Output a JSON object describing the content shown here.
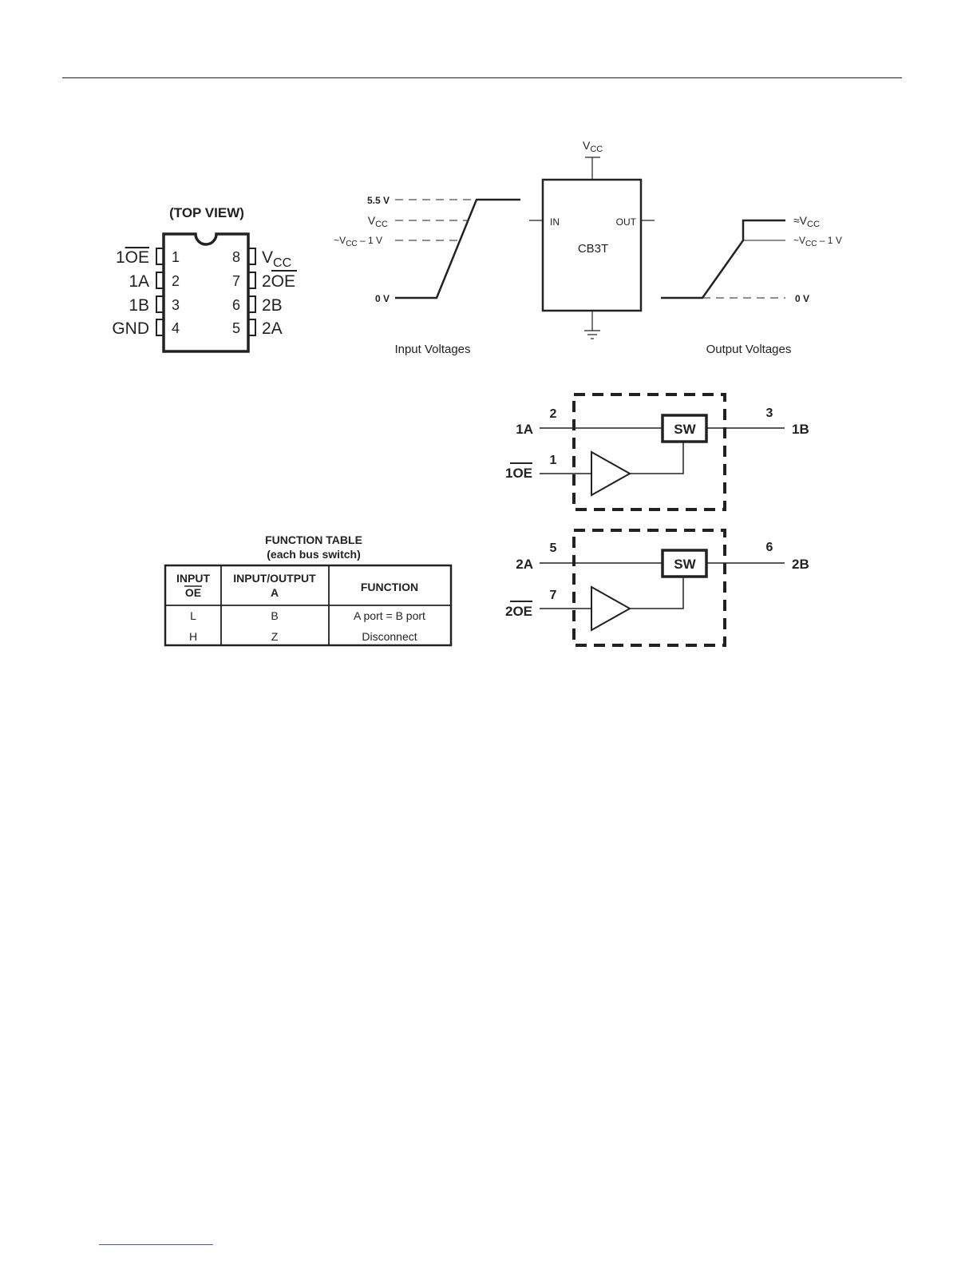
{
  "pinout": {
    "title": "(TOP VIEW)",
    "pins_left": [
      {
        "num": "1",
        "name_prefix": "1",
        "name_bar": "OE",
        "name": ""
      },
      {
        "num": "2",
        "name_prefix": "",
        "name_bar": "",
        "name": "1A"
      },
      {
        "num": "3",
        "name_prefix": "",
        "name_bar": "",
        "name": "1B"
      },
      {
        "num": "4",
        "name_prefix": "",
        "name_bar": "",
        "name": "GND"
      }
    ],
    "pins_right": [
      {
        "num": "8",
        "name_main": "V",
        "name_sub": "CC"
      },
      {
        "num": "7",
        "name_main": "2OE",
        "name_sub": ""
      },
      {
        "num": "6",
        "name_main": "2B",
        "name_sub": ""
      },
      {
        "num": "5",
        "name_main": "2A",
        "name_sub": ""
      }
    ]
  },
  "voltage_diagram": {
    "vcc_label": "V",
    "vcc_sub": "CC",
    "chip_label": "CB3T",
    "in_label": "IN",
    "out_label": "OUT",
    "input_levels": {
      "v55": "5.5 V",
      "vcc": "V",
      "vcc_sub": "CC",
      "vcc1_pre": "~V",
      "vcc1_sub": "CC",
      "vcc1_post": " – 1 V",
      "zero": "0 V"
    },
    "output_levels": {
      "vcc_pre": "≈V",
      "vcc_sub": "CC",
      "vcc1_pre": "~V",
      "vcc1_sub": "CC",
      "vcc1_post": " – 1 V",
      "zero": "0 V"
    },
    "input_caption": "Input Voltages",
    "output_caption": "Output Voltages"
  },
  "logic_diagram": {
    "channels": [
      {
        "a": "1A",
        "a_pin": "2",
        "b": "1B",
        "b_pin": "3",
        "oe_prefix": "1",
        "oe_bar": "OE",
        "oe_pin": "1",
        "sw": "SW"
      },
      {
        "a": "2A",
        "a_pin": "5",
        "b": "2B",
        "b_pin": "6",
        "oe_prefix": "2",
        "oe_bar": "OE",
        "oe_pin": "7",
        "sw": "SW"
      }
    ]
  },
  "function_table": {
    "title": "FUNCTION TABLE",
    "subtitle": "(each bus switch)",
    "col1_line1": "INPUT",
    "col1_line2": "OE",
    "col2_line1": "INPUT/OUTPUT",
    "col2_line2": "A",
    "col3": "FUNCTION",
    "rows": [
      [
        "L",
        "B",
        "A port = B port"
      ],
      [
        "H",
        "Z",
        "Disconnect"
      ]
    ]
  },
  "colors": {
    "ink": "#222222",
    "link_rule": "#4a55c8"
  }
}
